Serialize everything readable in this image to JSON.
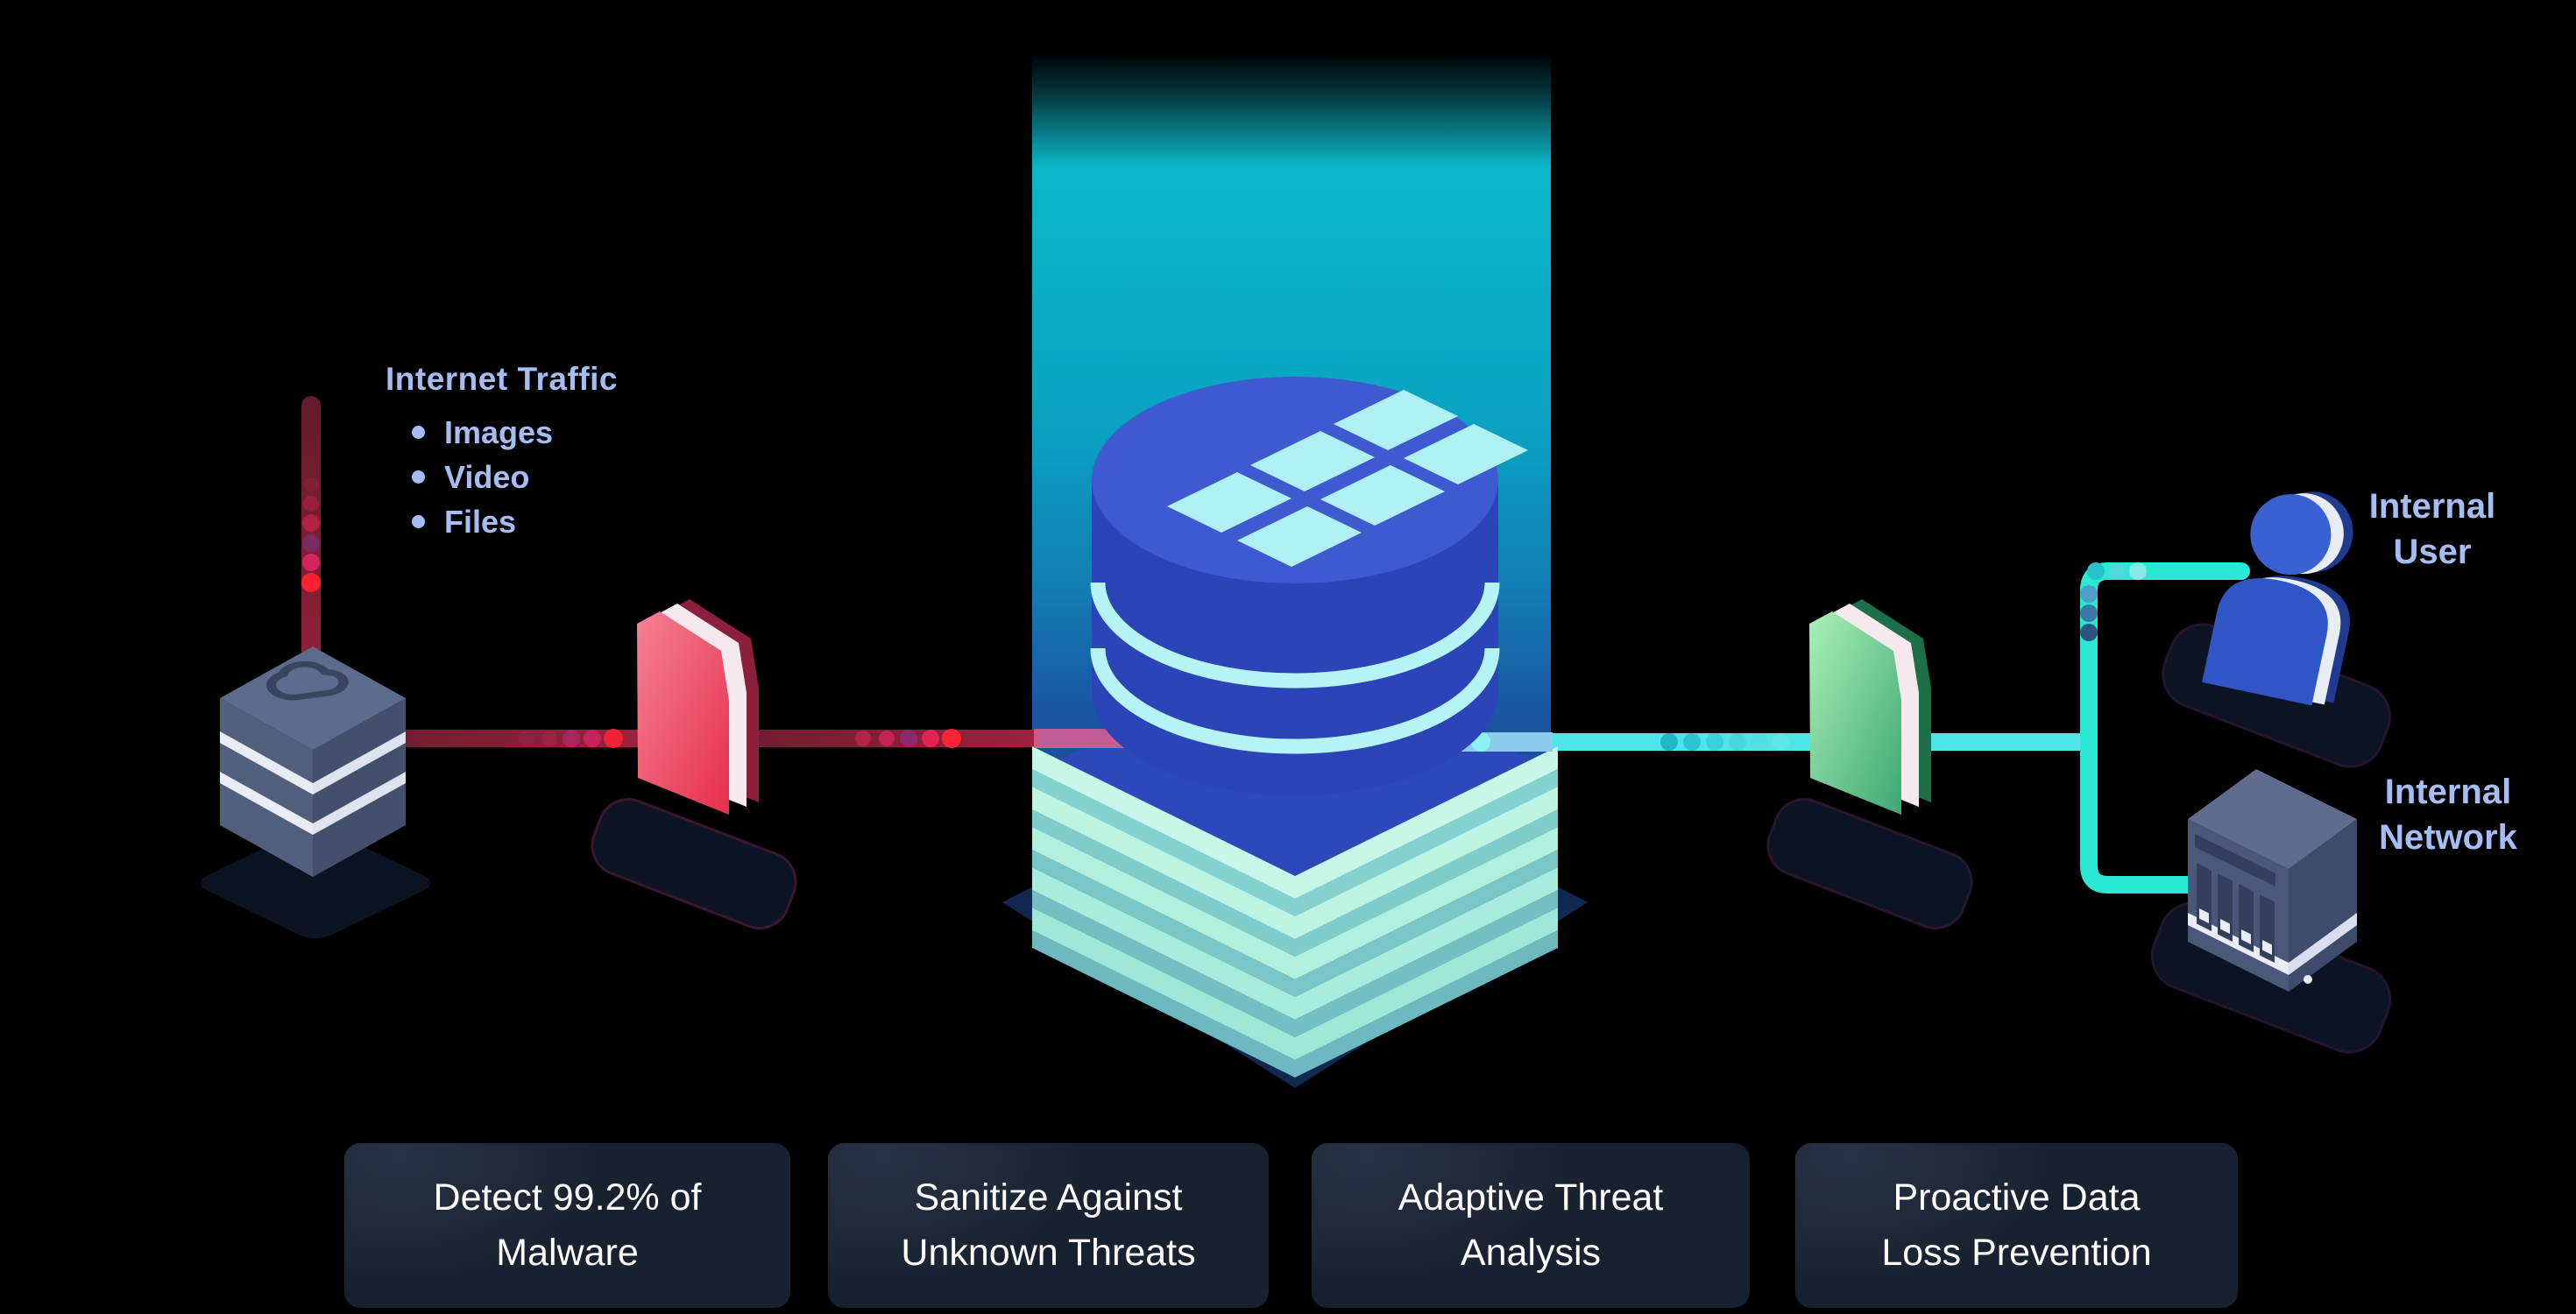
{
  "left_flow": {
    "title": "Internet Traffic",
    "items": [
      "Images",
      "Video",
      "Files"
    ]
  },
  "right_labels": {
    "user": {
      "line1": "Internal",
      "line2": "User"
    },
    "network": {
      "line1": "Internal",
      "line2": "Network"
    }
  },
  "features": [
    "Detect 99.2% of\nMalware",
    "Sanitize Against\nUnknown Threats",
    "Adaptive Threat\nAnalysis",
    "Proactive Data\nLoss Prevention"
  ],
  "icons": {
    "cloud_server": "cloud-server-icon",
    "red_firewall": "firewall-panel-red",
    "sanitization_core": "database-sanitization-core",
    "green_firewall": "firewall-panel-green",
    "internal_user": "person-icon",
    "internal_network": "nas-server-icon"
  },
  "colors": {
    "background": "#000000",
    "label_blue": "#a6bcf3",
    "card_bg": "#18212f",
    "card_text": "#ffffff",
    "beam_cyan": "#0ab5c6",
    "beam_deep_blue": "#16367a",
    "threat_red": "#8a2138",
    "threat_dot_red": "#ff2130",
    "clean_teal": "#2ae8d4",
    "panel_red": "#e83350",
    "panel_green": "#3da771",
    "icon_blue": "#2f55c6",
    "icon_slate": "#515f7d",
    "mint_layer": "#c8f7e7",
    "shadow_navy": "#0c1424"
  }
}
